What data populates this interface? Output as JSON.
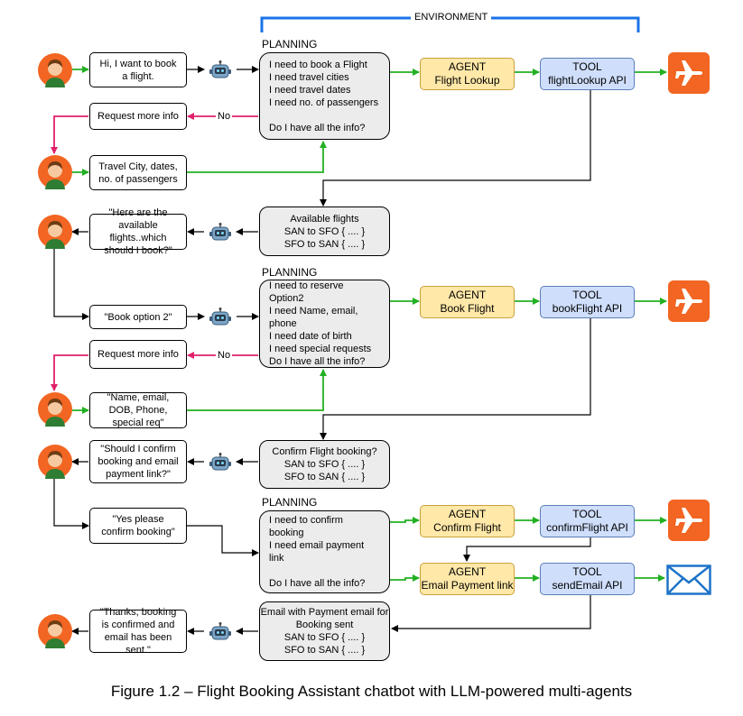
{
  "environment_label": "ENVIRONMENT",
  "planning_label": "PLANNING",
  "no_label": "No",
  "user_msg_1": "Hi, I want to book a flight.",
  "request_more_info_1": "Request more info",
  "user_msg_2": "Travel City, dates, no. of passengers",
  "planning_1": {
    "lines": [
      "I need to book a Flight",
      "I need travel cities",
      "I need travel dates",
      "I need no. of passengers"
    ],
    "question": "Do I have all the info?"
  },
  "agent_label": "AGENT",
  "tool_label": "TOOL",
  "agent_1": "Flight Lookup",
  "tool_1": "flightLookup API",
  "info_1": [
    "Available flights",
    "SAN to SFO { .... }",
    "SFO to SAN { .... }"
  ],
  "bot_msg_1": "\"Here are the available flights..which should I book?\"",
  "user_msg_3": "\"Book option 2\"",
  "planning_2": {
    "lines": [
      "I need to reserve Option2",
      "I need Name, email, phone",
      "I need date of birth",
      "I need special requests"
    ],
    "question": "Do I have all the info?"
  },
  "agent_2": "Book Flight",
  "tool_2": "bookFlight API",
  "request_more_info_2": "Request more info",
  "user_msg_4": "\"Name, email, DOB, Phone, special req\"",
  "info_2": [
    "Confirm Flight booking?",
    "SAN to SFO { .... }",
    "SFO to SAN { .... }"
  ],
  "bot_msg_2": "\"Should I confirm booking and email payment link?\"",
  "user_msg_5": "\"Yes please confirm booking\"",
  "planning_3": {
    "lines": [
      "I need to confirm booking",
      "I need email payment link"
    ],
    "question": "Do I have all the info?"
  },
  "agent_3": "Confirm Flight",
  "tool_3": "confirmFlight API",
  "agent_4": "Email Payment link",
  "tool_4": "sendEmail API",
  "info_3": [
    "Email with Payment email for",
    "Booking sent",
    "SAN to SFO { .... }",
    "SFO to SAN { .... }"
  ],
  "bot_msg_3": "\"Thanks, booking is confirmed and email has been sent.\"",
  "caption": "Figure 1.2 – Flight Booking Assistant chatbot with LLM-powered multi-agents",
  "colors": {
    "green": "#22b022",
    "pink": "#e0206a",
    "environment": "#1a73e8",
    "plane_tile": "#f26522",
    "mail": "#1e73c8"
  }
}
